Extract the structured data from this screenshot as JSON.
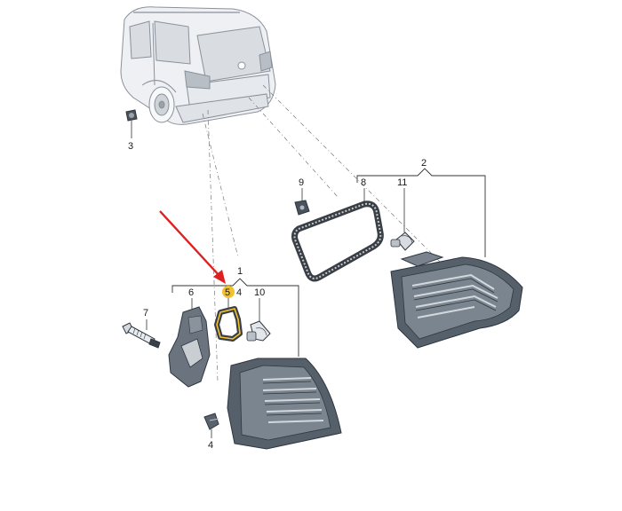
{
  "labels": {
    "p1": "1",
    "p2": "2",
    "p3": "3",
    "p4": "4",
    "p4b": "4",
    "p5": "5",
    "p6": "6",
    "p7": "7",
    "p8": "8",
    "p9": "9",
    "p10": "10",
    "p11": "11"
  },
  "colors": {
    "highlight": "#f2c12e",
    "arrow": "#e02020",
    "vehicle_fill": "#eef0f3",
    "vehicle_line": "#8a919a",
    "lamp_body": "#56606b",
    "lamp_dark": "#2f3740",
    "gasket_fill": "#3a3f46",
    "gasket_core": "#c7cbd0"
  },
  "arrow": {
    "target_label": "p5"
  }
}
